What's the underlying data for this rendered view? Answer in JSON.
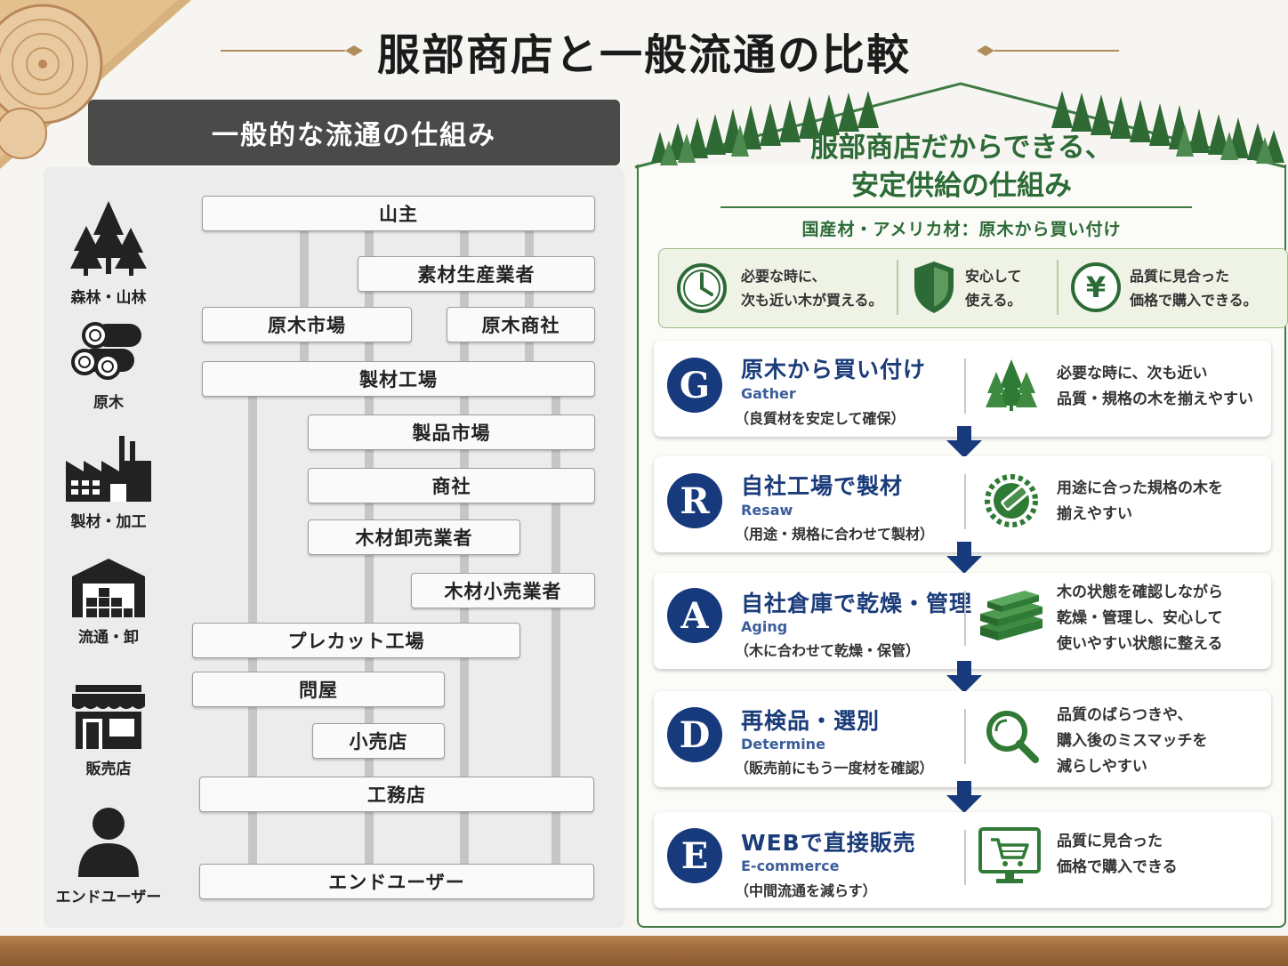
{
  "page": {
    "title": "服部商店と一般流通の比較"
  },
  "left": {
    "header": "一般的な流通の仕組み",
    "stages": [
      {
        "label": "森林・山林",
        "icon": "forest-icon"
      },
      {
        "label": "原木",
        "icon": "logs-icon"
      },
      {
        "label": "製材・加工",
        "icon": "factory-icon"
      },
      {
        "label": "流通・卸",
        "icon": "warehouse-icon"
      },
      {
        "label": "販売店",
        "icon": "store-icon"
      },
      {
        "label": "エンドユーザー",
        "icon": "person-icon"
      }
    ],
    "nodes": {
      "yamanushi": "山主",
      "sozai": "素材生産業者",
      "genboku_ichiba": "原木市場",
      "genboku_shosha": "原木商社",
      "seizai": "製材工場",
      "seihin": "製品市場",
      "shosha": "商社",
      "oroshi": "木材卸売業者",
      "kouri": "木材小売業者",
      "precut": "プレカット工場",
      "tonya": "問屋",
      "kouriten": "小売店",
      "koumuten": "工務店",
      "enduser": "エンドユーザー"
    }
  },
  "right": {
    "title_line1": "服部商店だからできる、",
    "title_line2": "安定供給の仕組み",
    "subtitle": "国産材・アメリカ材：原木から買い付け",
    "benefits": [
      {
        "icon": "clock-icon",
        "line1": "必要な時に、",
        "line2": "次も近い木が買える。"
      },
      {
        "icon": "shield-icon",
        "line1": "安心して",
        "line2": "使える。"
      },
      {
        "icon": "yen-icon",
        "line1": "品質に見合った",
        "line2": "価格で購入できる。"
      }
    ],
    "steps": [
      {
        "letter": "G",
        "title": "原木から買い付け",
        "en": "Gather",
        "note": "（良質材を安定して確保）",
        "icon": "trees-icon",
        "desc1": "必要な時に、次も近い",
        "desc2": "品質・規格の木を揃えやすい",
        "desc3": ""
      },
      {
        "letter": "R",
        "title": "自社工場で製材",
        "en": "Resaw",
        "note": "（用途・規格に合わせて製材）",
        "icon": "saw-icon",
        "desc1": "用途に合った規格の木を",
        "desc2": "揃えやすい",
        "desc3": ""
      },
      {
        "letter": "A",
        "title": "自社倉庫で乾燥・管理",
        "en": "Aging",
        "note": "（木に合わせて乾燥・保管）",
        "icon": "lumber-stack-icon",
        "desc1": "木の状態を確認しながら",
        "desc2": "乾燥・管理し、安心して",
        "desc3": "使いやすい状態に整える"
      },
      {
        "letter": "D",
        "title": "再検品・選別",
        "en": "Determine",
        "note": "（販売前にもう一度材を確認）",
        "icon": "magnifier-icon",
        "desc1": "品質のばらつきや、",
        "desc2": "購入後のミスマッチを",
        "desc3": "減らしやすい"
      },
      {
        "letter": "E",
        "title": "WEBで直接販売",
        "en": "E-commerce",
        "note": "（中間流通を減らす）",
        "icon": "cart-monitor-icon",
        "desc1": "品質に見合った",
        "desc2": "価格で購入できる",
        "desc3": ""
      }
    ]
  },
  "colors": {
    "green": "#2c6b36",
    "navy": "#163a7c",
    "dark_header": "#4a4a4a"
  }
}
